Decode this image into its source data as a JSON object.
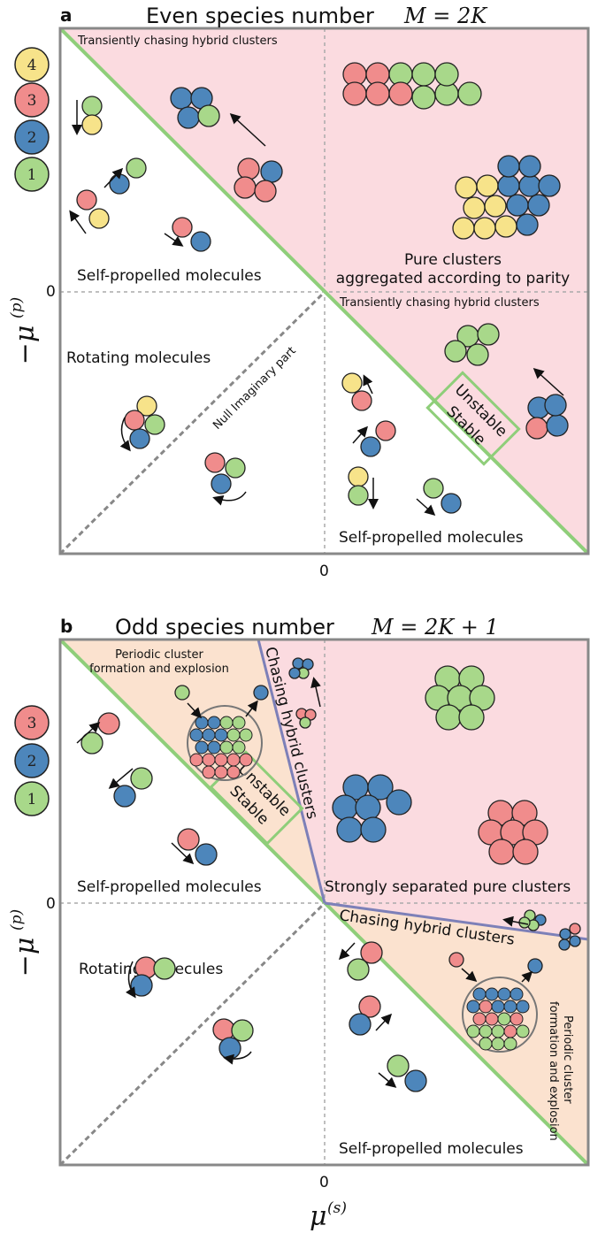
{
  "panel_a": {
    "letter": "a",
    "title": "Even species number",
    "title_math": "M = 2K",
    "legend": [
      {
        "num": "4",
        "color": "#f7e38a"
      },
      {
        "num": "3",
        "color": "#f08c8c"
      },
      {
        "num": "2",
        "color": "#4d86bb"
      },
      {
        "num": "1",
        "color": "#a8d88a"
      }
    ],
    "labels": {
      "top_hybrid": "Transiently chasing hybrid clusters",
      "self_propelled_left": "Self-propelled molecules",
      "pure_clusters_1": "Pure clusters",
      "pure_clusters_2": "aggregated according to parity",
      "mid_hybrid": "Transiently chasing hybrid clusters",
      "rotating": "Rotating molecules",
      "null_imag": "Null Imaginary part",
      "unstable": "Unstable",
      "stable": "Stable",
      "self_propelled_bottom": "Self-propelled molecules",
      "y_zero": "0",
      "x_zero": "0"
    }
  },
  "panel_b": {
    "letter": "b",
    "title": "Odd species number",
    "title_math": "M = 2K + 1",
    "legend": [
      {
        "num": "3",
        "color": "#f08c8c"
      },
      {
        "num": "2",
        "color": "#4d86bb"
      },
      {
        "num": "1",
        "color": "#a8d88a"
      }
    ],
    "labels": {
      "periodic_1": "Periodic cluster",
      "periodic_2": "formation and explosion",
      "chasing_top": "Chasing hybrid clusters",
      "unstable": "Unstable",
      "stable": "Stable",
      "self_propelled_left": "Self-propelled molecules",
      "strongly": "Strongly separated pure clusters",
      "chasing_right": "Chasing hybrid clusters",
      "rotating": "Rotating molecules",
      "periodic_r1": "Periodic cluster",
      "periodic_r2": "formation and explosion",
      "self_propelled_bottom": "Self-propelled molecules",
      "y_zero": "0",
      "x_zero": "0"
    }
  },
  "axes": {
    "y_label": "−μ",
    "y_sup": "(p)",
    "x_label": "μ",
    "x_sup": "(s)"
  },
  "colors": {
    "pink": "#fbdbe0",
    "peach": "#fbe2cf",
    "green_line": "#8fce7a",
    "blue_line": "#7d80b8",
    "frame": "#888888",
    "c1": "#a8d88a",
    "c2": "#4d86bb",
    "c3": "#f08c8c",
    "c4": "#f7e38a"
  }
}
